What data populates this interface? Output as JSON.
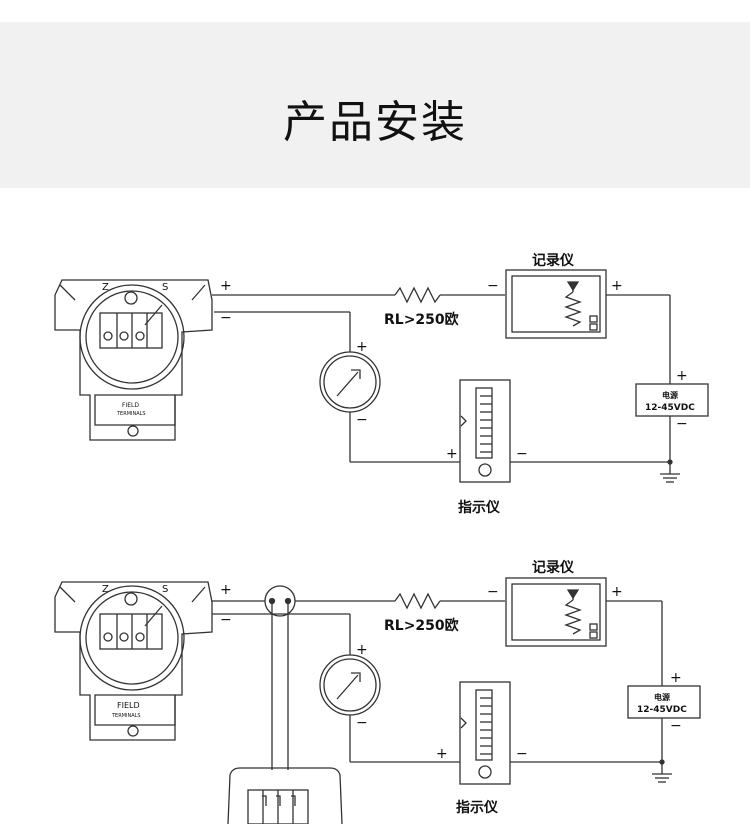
{
  "header": {
    "title": "产品安装"
  },
  "diagram1": {
    "terminal_z": "Z",
    "terminal_s": "S",
    "field_label": "FIELD",
    "terminals_label": "TERMINALS",
    "resistor_label": "RL>250欧",
    "recorder_label": "记录仪",
    "power_label": "电源",
    "power_value": "12-45VDC",
    "indicator_label": "指示仪",
    "plus": "+",
    "minus": "−"
  },
  "diagram2": {
    "terminal_z": "Z",
    "terminal_s": "S",
    "field_label": "FIELD",
    "terminals_label": "TERMINALS",
    "resistor_label": "RL>250欧",
    "recorder_label": "记录仪",
    "power_label": "电源",
    "power_value": "12-45VDC",
    "indicator_label": "指示仪",
    "plus": "+",
    "minus": "−"
  }
}
